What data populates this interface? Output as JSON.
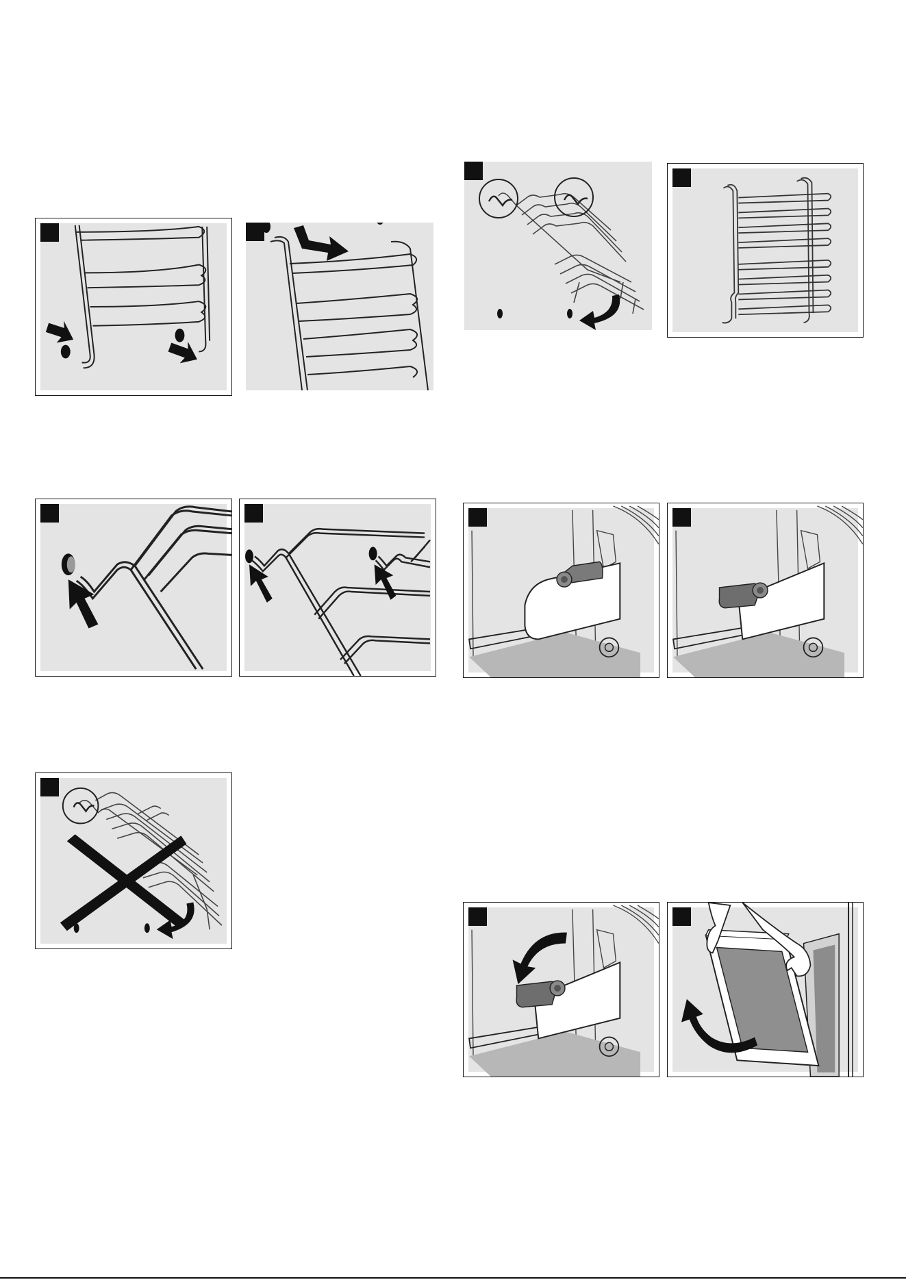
{
  "page": {
    "background": "#ffffff",
    "panel_fill": "#e4e4e4",
    "badge_color": "#111111"
  },
  "figures": [
    {
      "id": "rack-unhook-front",
      "icons": [
        "step-badge-icon",
        "push-arrow-icon",
        "pull-arrow-icon",
        "wire-rack-icon"
      ]
    },
    {
      "id": "rack-lift-back",
      "icons": [
        "step-badge-icon",
        "lift-arrow-icon",
        "wire-rack-icon"
      ]
    },
    {
      "id": "rack-hook-insert",
      "icons": [
        "step-badge-icon",
        "insert-arrow-icon",
        "wire-hook-icon"
      ]
    },
    {
      "id": "rack-hook-both",
      "icons": [
        "step-badge-icon",
        "insert-arrow-icon",
        "wire-rack-icon"
      ]
    },
    {
      "id": "rack-wrong-way",
      "icons": [
        "step-badge-icon",
        "cross-icon",
        "rotate-arrow-icon"
      ]
    },
    {
      "id": "rack-correct-fit",
      "icons": [
        "step-badge-icon",
        "rotate-arrow-icon",
        "magnifier-circle-icon"
      ]
    },
    {
      "id": "rack-front-view",
      "icons": [
        "step-badge-icon",
        "wire-rack-icon"
      ]
    },
    {
      "id": "hinge-lever-closed",
      "icons": [
        "step-badge-icon",
        "hinge-lever-icon"
      ]
    },
    {
      "id": "hinge-lever-open",
      "icons": [
        "step-badge-icon",
        "hinge-lever-icon"
      ]
    },
    {
      "id": "hinge-lever-fold",
      "icons": [
        "step-badge-icon",
        "fold-arrow-icon",
        "hinge-lever-icon"
      ]
    },
    {
      "id": "door-lift-off",
      "icons": [
        "step-badge-icon",
        "lift-arrow-icon",
        "oven-door-icon",
        "hands-icon"
      ]
    }
  ]
}
